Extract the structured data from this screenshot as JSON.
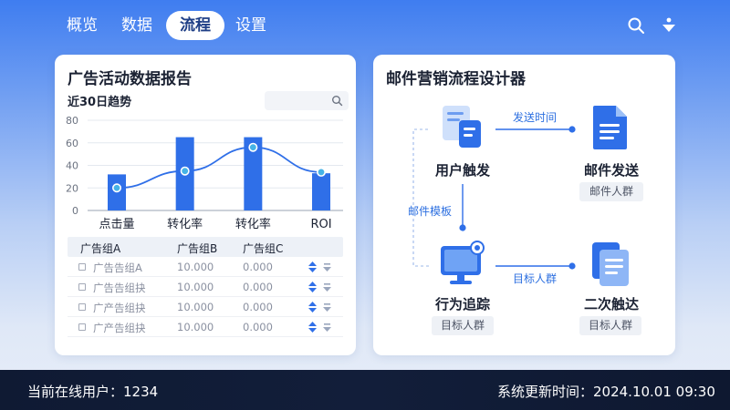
{
  "nav": {
    "tabs": [
      {
        "label": "概览",
        "active": false
      },
      {
        "label": "数据",
        "active": false
      },
      {
        "label": "流程",
        "active": true
      },
      {
        "label": "设置",
        "active": false
      }
    ],
    "icons": [
      "search-icon",
      "download-icon"
    ]
  },
  "report": {
    "title": "广告活动数据报告",
    "subtitle": "近30日趋势",
    "search": {
      "value": "",
      "placeholder": ""
    },
    "table": {
      "headers": [
        "广告组A",
        "广告组B",
        "广告组C"
      ],
      "rows": [
        {
          "name": "广告告组A",
          "b": "10.000",
          "c": "0.000"
        },
        {
          "name": "广告告组抉",
          "b": "10.000",
          "c": "0.000"
        },
        {
          "name": "广产告组抉",
          "b": "10.000",
          "c": "0.000"
        },
        {
          "name": "广产告组抉",
          "b": "10.000",
          "c": "0.000"
        }
      ]
    }
  },
  "chart_data": {
    "type": "bar",
    "categories": [
      "点击量",
      "转化率",
      "转化率",
      "ROI"
    ],
    "values": [
      32,
      65,
      65,
      33
    ],
    "line_points": [
      {
        "x": 0,
        "y": 20
      },
      {
        "x": 1,
        "y": 35
      },
      {
        "x": 2,
        "y": 56
      },
      {
        "x": 3,
        "y": 34
      }
    ],
    "ylim": [
      0,
      80
    ],
    "yticks": [
      0,
      20,
      40,
      60,
      80
    ],
    "grid": true,
    "colors": {
      "bar": "#2f6fe8",
      "line": "#2f6fe8",
      "marker_fill": "#46b3e6"
    }
  },
  "flow": {
    "title": "邮件营销流程设计器",
    "nodes": [
      {
        "label": "用户触发",
        "icon": "document-icon"
      },
      {
        "label": "邮件发送",
        "badge": "邮件人群",
        "icon": "file-icon"
      },
      {
        "label": "行为追踪",
        "badge": "目标人群",
        "icon": "monitor-icon"
      },
      {
        "label": "二次触达",
        "badge": "目标人群",
        "icon": "stacked-docs-icon"
      }
    ],
    "edges": [
      {
        "label": "发送时间"
      },
      {
        "label": "邮件模板"
      },
      {
        "label": "目标人群"
      }
    ]
  },
  "footer": {
    "online_users": "当前在线用户：1234",
    "update_time": "系统更新时间：2024.10.01 09:30"
  },
  "colors": {
    "accent": "#2f6fe8",
    "footer_bg": "#101b35"
  }
}
